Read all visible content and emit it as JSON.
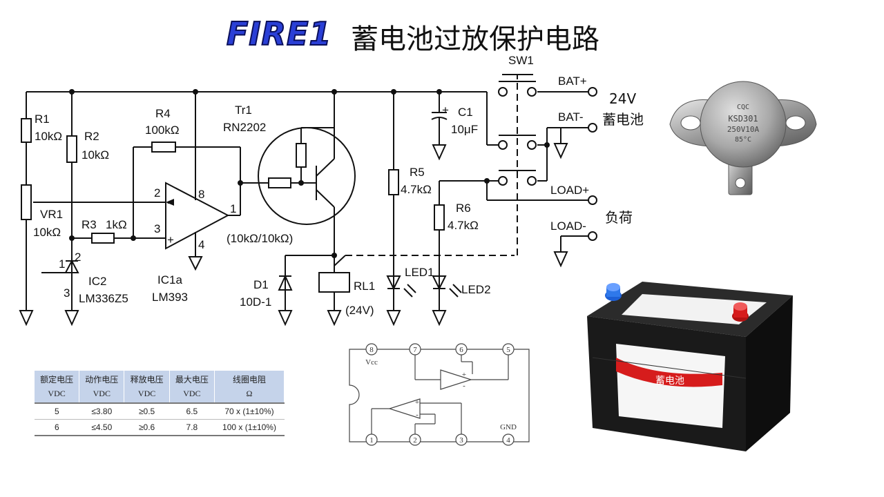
{
  "header": {
    "logo": "FIRE1",
    "title": "蓄电池过放保护电路"
  },
  "schematic": {
    "sw1": "SW1",
    "bat_plus": "BAT+",
    "bat_minus": "BAT-",
    "voltage": "24V",
    "battery_label": "蓄电池",
    "load_plus": "LOAD+",
    "load_minus": "LOAD-",
    "load_label": "负荷",
    "r1": "R1",
    "r1_val": "10kΩ",
    "r2": "R2",
    "r2_val": "10kΩ",
    "r3": "R3",
    "r3_val": "1kΩ",
    "r4": "R4",
    "r4_val": "100kΩ",
    "r5": "R5",
    "r5_val": "4.7kΩ",
    "r6": "R6",
    "r6_val": "4.7kΩ",
    "vr1": "VR1",
    "vr1_val": "10kΩ",
    "c1": "C1",
    "c1_val": "10μF",
    "tr1": "Tr1",
    "tr1_part": "RN2202",
    "tr1_res": "(10kΩ/10kΩ)",
    "ic1": "IC1a",
    "ic1_part": "LM393",
    "ic2": "IC2",
    "ic2_part": "LM336Z5",
    "d1": "D1",
    "d1_part": "10D-1",
    "rl1": "RL1",
    "rl1_val": "(24V)",
    "led1": "LED1",
    "led2": "LED2",
    "pin_minus": "-",
    "pin_plus": "+",
    "pin1": "1",
    "pin2": "2",
    "pin3": "3",
    "pin4": "4",
    "pin8": "8",
    "c1_plus": "+"
  },
  "pinout": {
    "vcc": "Vcc",
    "gnd": "GND",
    "pins": [
      "1",
      "2",
      "3",
      "4",
      "5",
      "6",
      "7",
      "8"
    ],
    "plus": "+",
    "minus": "-"
  },
  "thermostat": {
    "brand": "CQC",
    "model": "KSD301",
    "rating": "250V10A",
    "temp": "85°C"
  },
  "battery": {
    "brand_text": "蓄电池"
  },
  "relay_table": {
    "headers": [
      {
        "cn": "额定电压",
        "unit": "VDC"
      },
      {
        "cn": "动作电压",
        "unit": "VDC"
      },
      {
        "cn": "释放电压",
        "unit": "VDC"
      },
      {
        "cn": "最大电压",
        "unit": "VDC"
      },
      {
        "cn": "线圈电阻",
        "unit": "Ω"
      }
    ],
    "rows": [
      [
        "5",
        "≤3.80",
        "≥0.5",
        "6.5",
        "70 x (1±10%)"
      ],
      [
        "6",
        "≤4.50",
        "≥0.6",
        "7.8",
        "100 x (1±10%)"
      ]
    ]
  },
  "colors": {
    "logo_blue": "#2a3fd6",
    "table_header": "#c5d3ea",
    "battery_red": "#d61c1c"
  }
}
